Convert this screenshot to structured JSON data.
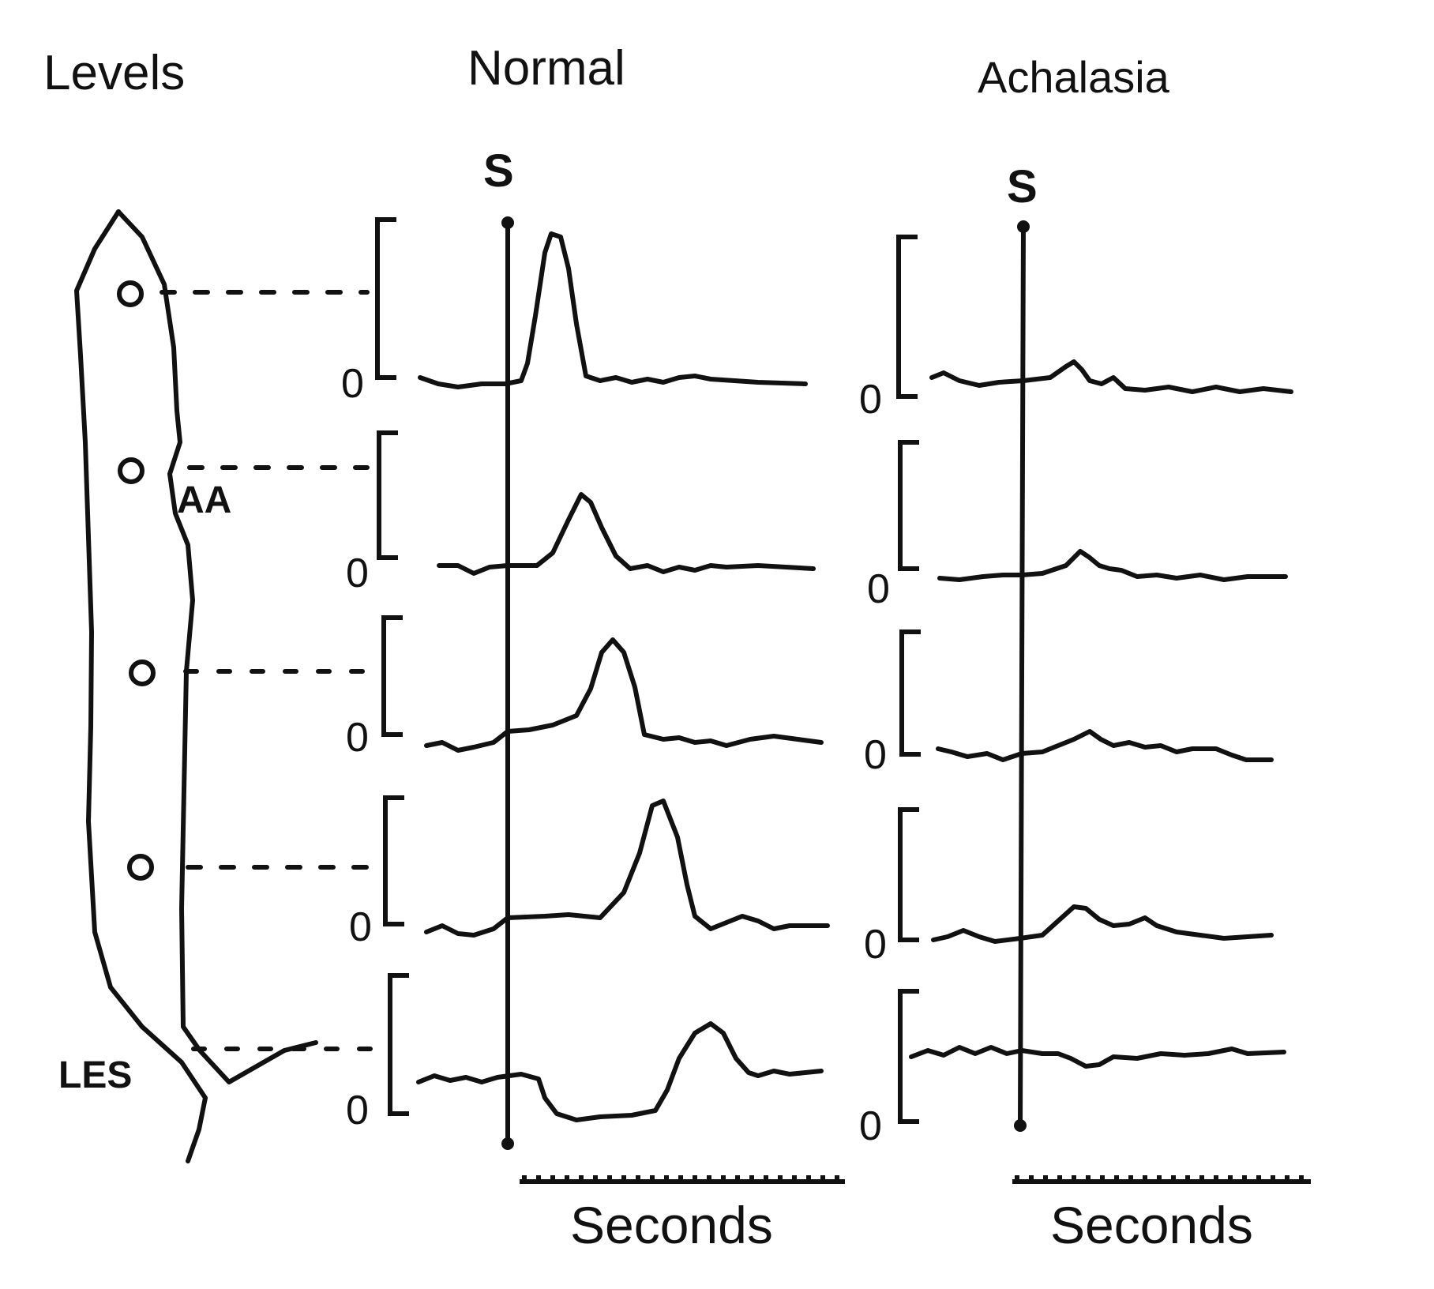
{
  "headers": {
    "levels": "Levels",
    "normal": "Normal",
    "achalasia": "Achalasia"
  },
  "swallow_marker": "S",
  "zero_label": "0",
  "anatomy": {
    "aortic_arch": "AA",
    "lower_sphincter": "LES"
  },
  "time_label": "Seconds",
  "colors": {
    "ink": "#111111",
    "background": "#ffffff"
  }
}
